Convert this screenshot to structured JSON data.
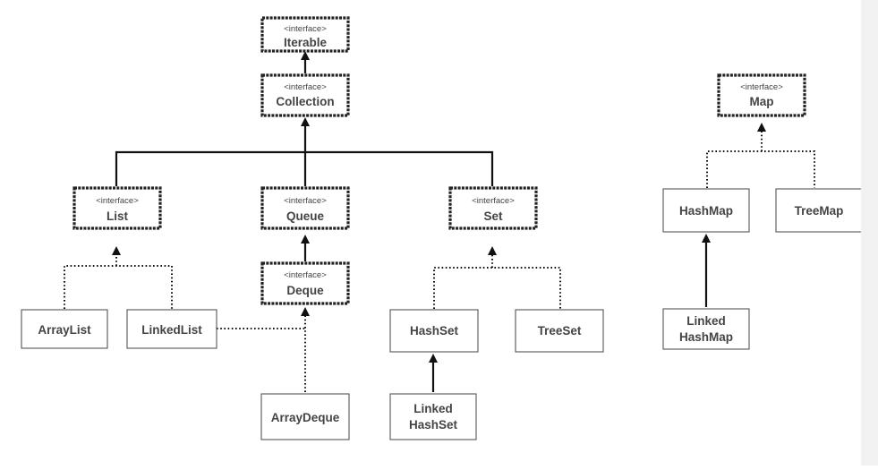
{
  "stereotype": "<interface>",
  "interfaces": {
    "iterable": "Iterable",
    "collection": "Collection",
    "list": "List",
    "queue": "Queue",
    "set": "Set",
    "deque": "Deque",
    "map": "Map"
  },
  "classes": {
    "arraylist": "ArrayList",
    "linkedlist": "LinkedList",
    "arraydeque": "ArrayDeque",
    "hashset": "HashSet",
    "treeset": "TreeSet",
    "linkedhashset": [
      "Linked",
      "HashSet"
    ],
    "hashmap": "HashMap",
    "treemap": "TreeMap",
    "linkedhashmap": [
      "Linked",
      "HashMap"
    ]
  },
  "colors": {
    "line": "#111111",
    "text": "#444444",
    "interface_border": "#222222",
    "class_border": "#555555",
    "side_strip": "#f2f2f3"
  }
}
